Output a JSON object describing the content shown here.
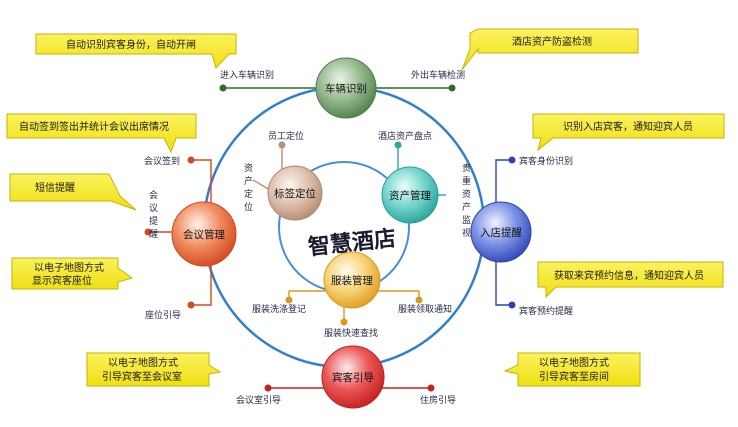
{
  "center": {
    "title": "智慧酒店"
  },
  "nodes": {
    "vehicle": {
      "label": "车辆识别"
    },
    "meeting": {
      "label": "会议管理"
    },
    "checkin": {
      "label": "入店提醒"
    },
    "guide": {
      "label": "宾客引导"
    },
    "tag": {
      "label": "标签定位"
    },
    "asset": {
      "label": "资产管理"
    },
    "laundry": {
      "label": "服装管理"
    }
  },
  "labels": {
    "in_vehicle": "进入车辆识别",
    "out_vehicle": "外出车辆检测",
    "meeting_signin": "会议签到",
    "meeting_remind": "会议提醒",
    "seat_guide": "座位引导",
    "guest_id": "宾客身份识别",
    "guest_reserve": "宾客预约提醒",
    "staff_pos": "员工定位",
    "asset_pos": "资产定位",
    "asset_count": "酒店资产盘点",
    "valuable_monitor": "贵重资产监视",
    "laundry_reg": "服装洗涤登记",
    "laundry_notice": "服装领取通知",
    "laundry_search": "服装快速查找",
    "meetingroom_guide": "会议室引导",
    "room_guide": "住房引导"
  },
  "notes": {
    "auto_id": "自动识别宾客身份，自动开闸",
    "anti_theft": "酒店资产防盗检测",
    "auto_sign": "自动签到签出并统计会议出席情况",
    "sms": "短信提醒",
    "map_seat_1": "以电子地图方式",
    "map_seat_2": "显示宾客座位",
    "checkin_notify": "识别入店宾客，通知迎宾人员",
    "reserve_notify": "获取来宾预约信息，通知迎宾人员",
    "map_meeting_1": "以电子地图方式",
    "map_meeting_2": "引导宾客至会议室",
    "map_room_1": "以电子地图方式",
    "map_room_2": "引导宾客至房间"
  },
  "colors": {
    "ring": "#2f7fd0",
    "vehicle": "#5f8f5a",
    "meeting": "#e2572f",
    "checkin": "#2f4fbf",
    "guide": "#d42828",
    "tag": "#c9a28b",
    "asset": "#33b3a9",
    "laundry": "#e5a224",
    "note": "#f6e92c"
  }
}
